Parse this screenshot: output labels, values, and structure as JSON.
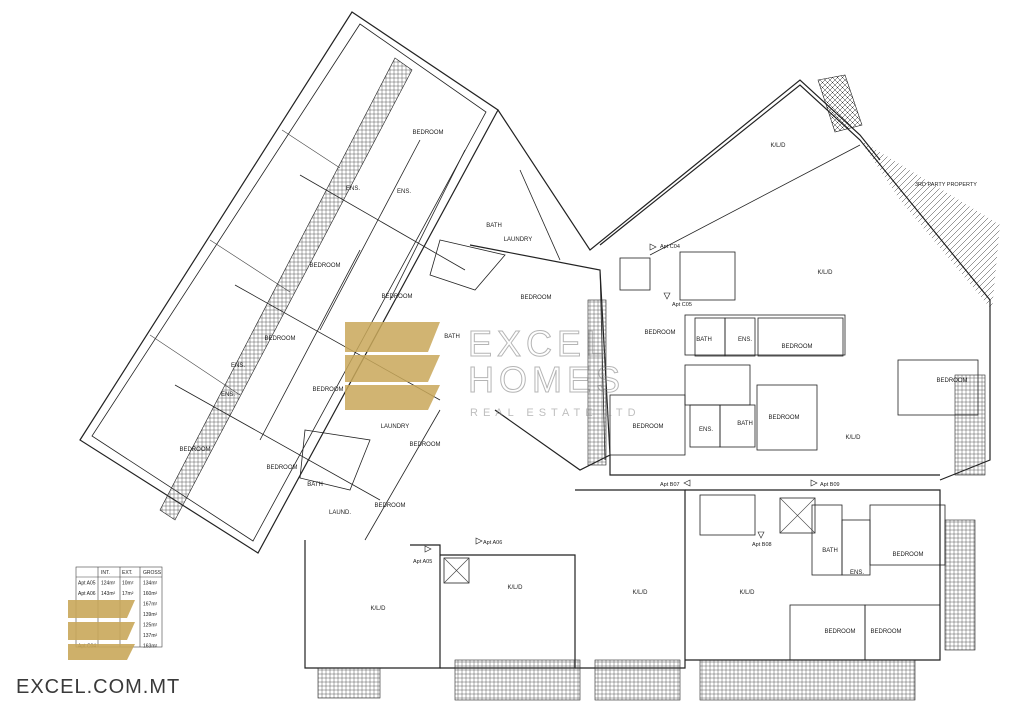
{
  "colors": {
    "gold": "#c9a85a",
    "line": "#222222",
    "watermark_text": "#9a9a9a"
  },
  "watermark": {
    "line1": "EXCEL",
    "line2": "HOMES",
    "line3": "REAL ESTATE LTD"
  },
  "brand": {
    "url": "EXCEL.COM.MT"
  },
  "labels": {
    "party_property": "3RD PARTY PROPERTY",
    "apt_c04": "Apt C04",
    "apt_c05": "Apt C05",
    "apt_b07": "Apt B07",
    "apt_b09": "Apt B09",
    "apt_b08": "Apt B08",
    "apt_a05": "Apt A05",
    "apt_a06": "Apt A06"
  },
  "rooms": {
    "bedroom": "BEDROOM",
    "ens": "ENS.",
    "bath": "BATH",
    "laundry": "LAUNDRY",
    "laund": "LAUND.",
    "kld": "K/L/D"
  },
  "schedule": {
    "headers": [
      "",
      "INT.",
      "EXT.",
      "GROSS"
    ],
    "rows": [
      [
        "Apt A05",
        "124m²",
        "10m²",
        "134m²"
      ],
      [
        "Apt A06",
        "143m²",
        "17m²",
        "160m²"
      ],
      [
        "",
        "",
        "",
        "167m²"
      ],
      [
        "",
        "",
        "",
        "139m²"
      ],
      [
        "",
        "",
        "",
        "125m²"
      ],
      [
        "",
        "",
        "",
        "137m²"
      ],
      [
        "Apt C04",
        "",
        "",
        "163m²"
      ]
    ]
  }
}
